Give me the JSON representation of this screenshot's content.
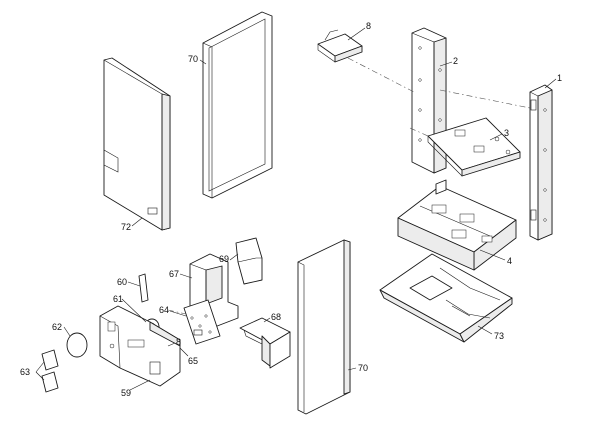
{
  "callouts": [
    {
      "id": "c1",
      "label": "1"
    },
    {
      "id": "c2",
      "label": "2"
    },
    {
      "id": "c3",
      "label": "3"
    },
    {
      "id": "c4",
      "label": "4"
    },
    {
      "id": "c8a",
      "label": "8"
    },
    {
      "id": "c8b",
      "label": "8"
    },
    {
      "id": "c59",
      "label": "59"
    },
    {
      "id": "c60",
      "label": "60"
    },
    {
      "id": "c61",
      "label": "61"
    },
    {
      "id": "c62",
      "label": "62"
    },
    {
      "id": "c63",
      "label": "63"
    },
    {
      "id": "c64",
      "label": "64"
    },
    {
      "id": "c65",
      "label": "65"
    },
    {
      "id": "c67",
      "label": "67"
    },
    {
      "id": "c68",
      "label": "68"
    },
    {
      "id": "c69",
      "label": "69"
    },
    {
      "id": "c70a",
      "label": "70"
    },
    {
      "id": "c70b",
      "label": "70"
    },
    {
      "id": "c72",
      "label": "72"
    },
    {
      "id": "c73",
      "label": "73"
    }
  ]
}
